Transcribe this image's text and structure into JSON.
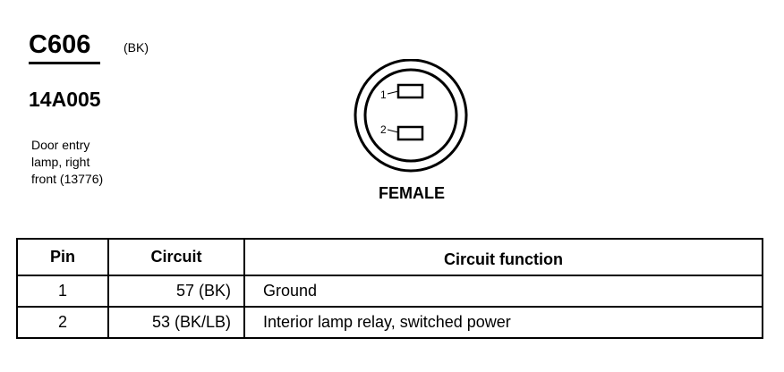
{
  "connector": {
    "id": "C606",
    "color_code": "(BK)",
    "part_number": "14A005",
    "description": [
      "Door entry",
      "lamp, right",
      "front (13776)"
    ],
    "gender": "FEMALE",
    "pin_labels": [
      "1",
      "2"
    ]
  },
  "table": {
    "headers": {
      "pin": "Pin",
      "circuit": "Circuit",
      "function": "Circuit function"
    },
    "rows": [
      {
        "pin": "1",
        "circuit": "57 (BK)",
        "function": "Ground"
      },
      {
        "pin": "2",
        "circuit": "53 (BK/LB)",
        "function": "Interior lamp relay, switched power"
      }
    ]
  }
}
